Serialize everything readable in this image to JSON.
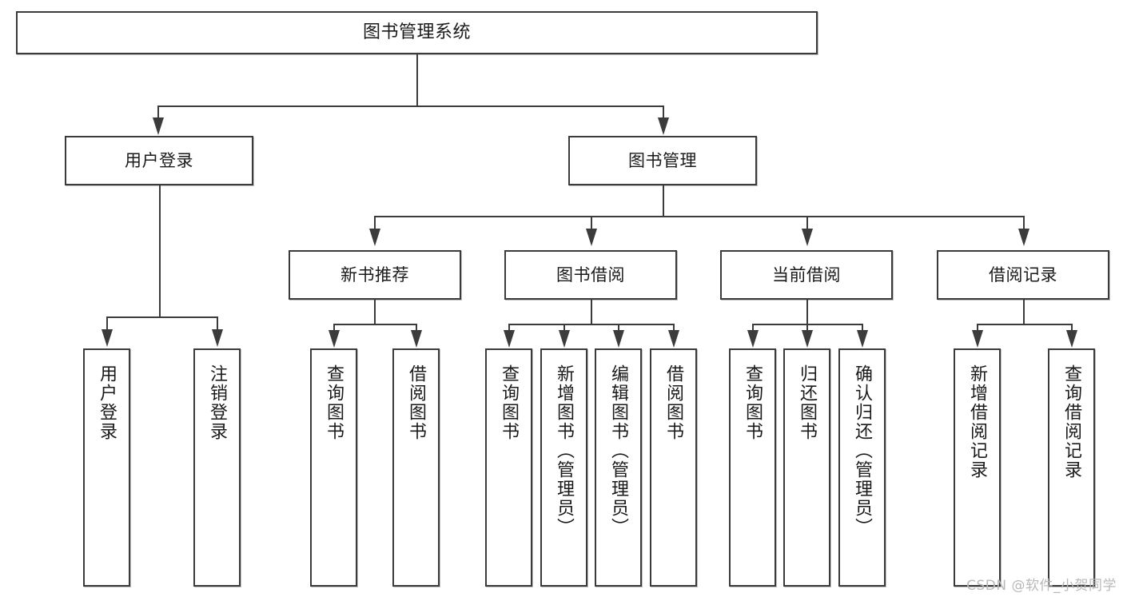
{
  "diagram": {
    "title": "图书管理系统",
    "type": "tree",
    "watermark": "CSDN @软件_小贺同学",
    "colors": {
      "stroke": "#3b3b3b",
      "fill": "#ffffff",
      "text": "#1a1a1a",
      "watermark": "#b9b9b9"
    },
    "nodes": {
      "root": {
        "label": "图书管理系统"
      },
      "level2": [
        {
          "id": "user-login",
          "label": "用户登录"
        },
        {
          "id": "book-manage",
          "label": "图书管理"
        }
      ],
      "level3": [
        {
          "id": "new-book-recommend",
          "label": "新书推荐"
        },
        {
          "id": "book-borrow",
          "label": "图书借阅"
        },
        {
          "id": "current-borrow",
          "label": "当前借阅"
        },
        {
          "id": "borrow-record",
          "label": "借阅记录"
        }
      ],
      "leaves": {
        "user-login": [
          {
            "id": "leaf-user-login",
            "label": "用户登录"
          },
          {
            "id": "leaf-logout-login",
            "label": "注销登录"
          }
        ],
        "new-book-recommend": [
          {
            "id": "leaf-query-book-1",
            "label": "查询图书"
          },
          {
            "id": "leaf-borrow-book-1",
            "label": "借阅图书"
          }
        ],
        "book-borrow": [
          {
            "id": "leaf-query-book-2",
            "label": "查询图书"
          },
          {
            "id": "leaf-add-book",
            "label": "新增图书（管理员）"
          },
          {
            "id": "leaf-edit-book",
            "label": "编辑图书（管理员）"
          },
          {
            "id": "leaf-borrow-book-2",
            "label": "借阅图书"
          }
        ],
        "current-borrow": [
          {
            "id": "leaf-query-book-3",
            "label": "查询图书"
          },
          {
            "id": "leaf-return-book",
            "label": "归还图书"
          },
          {
            "id": "leaf-confirm-return",
            "label": "确认归还（管理员）"
          }
        ],
        "borrow-record": [
          {
            "id": "leaf-add-record",
            "label": "新增借阅记录"
          },
          {
            "id": "leaf-query-record",
            "label": "查询借阅记录"
          }
        ]
      }
    }
  }
}
